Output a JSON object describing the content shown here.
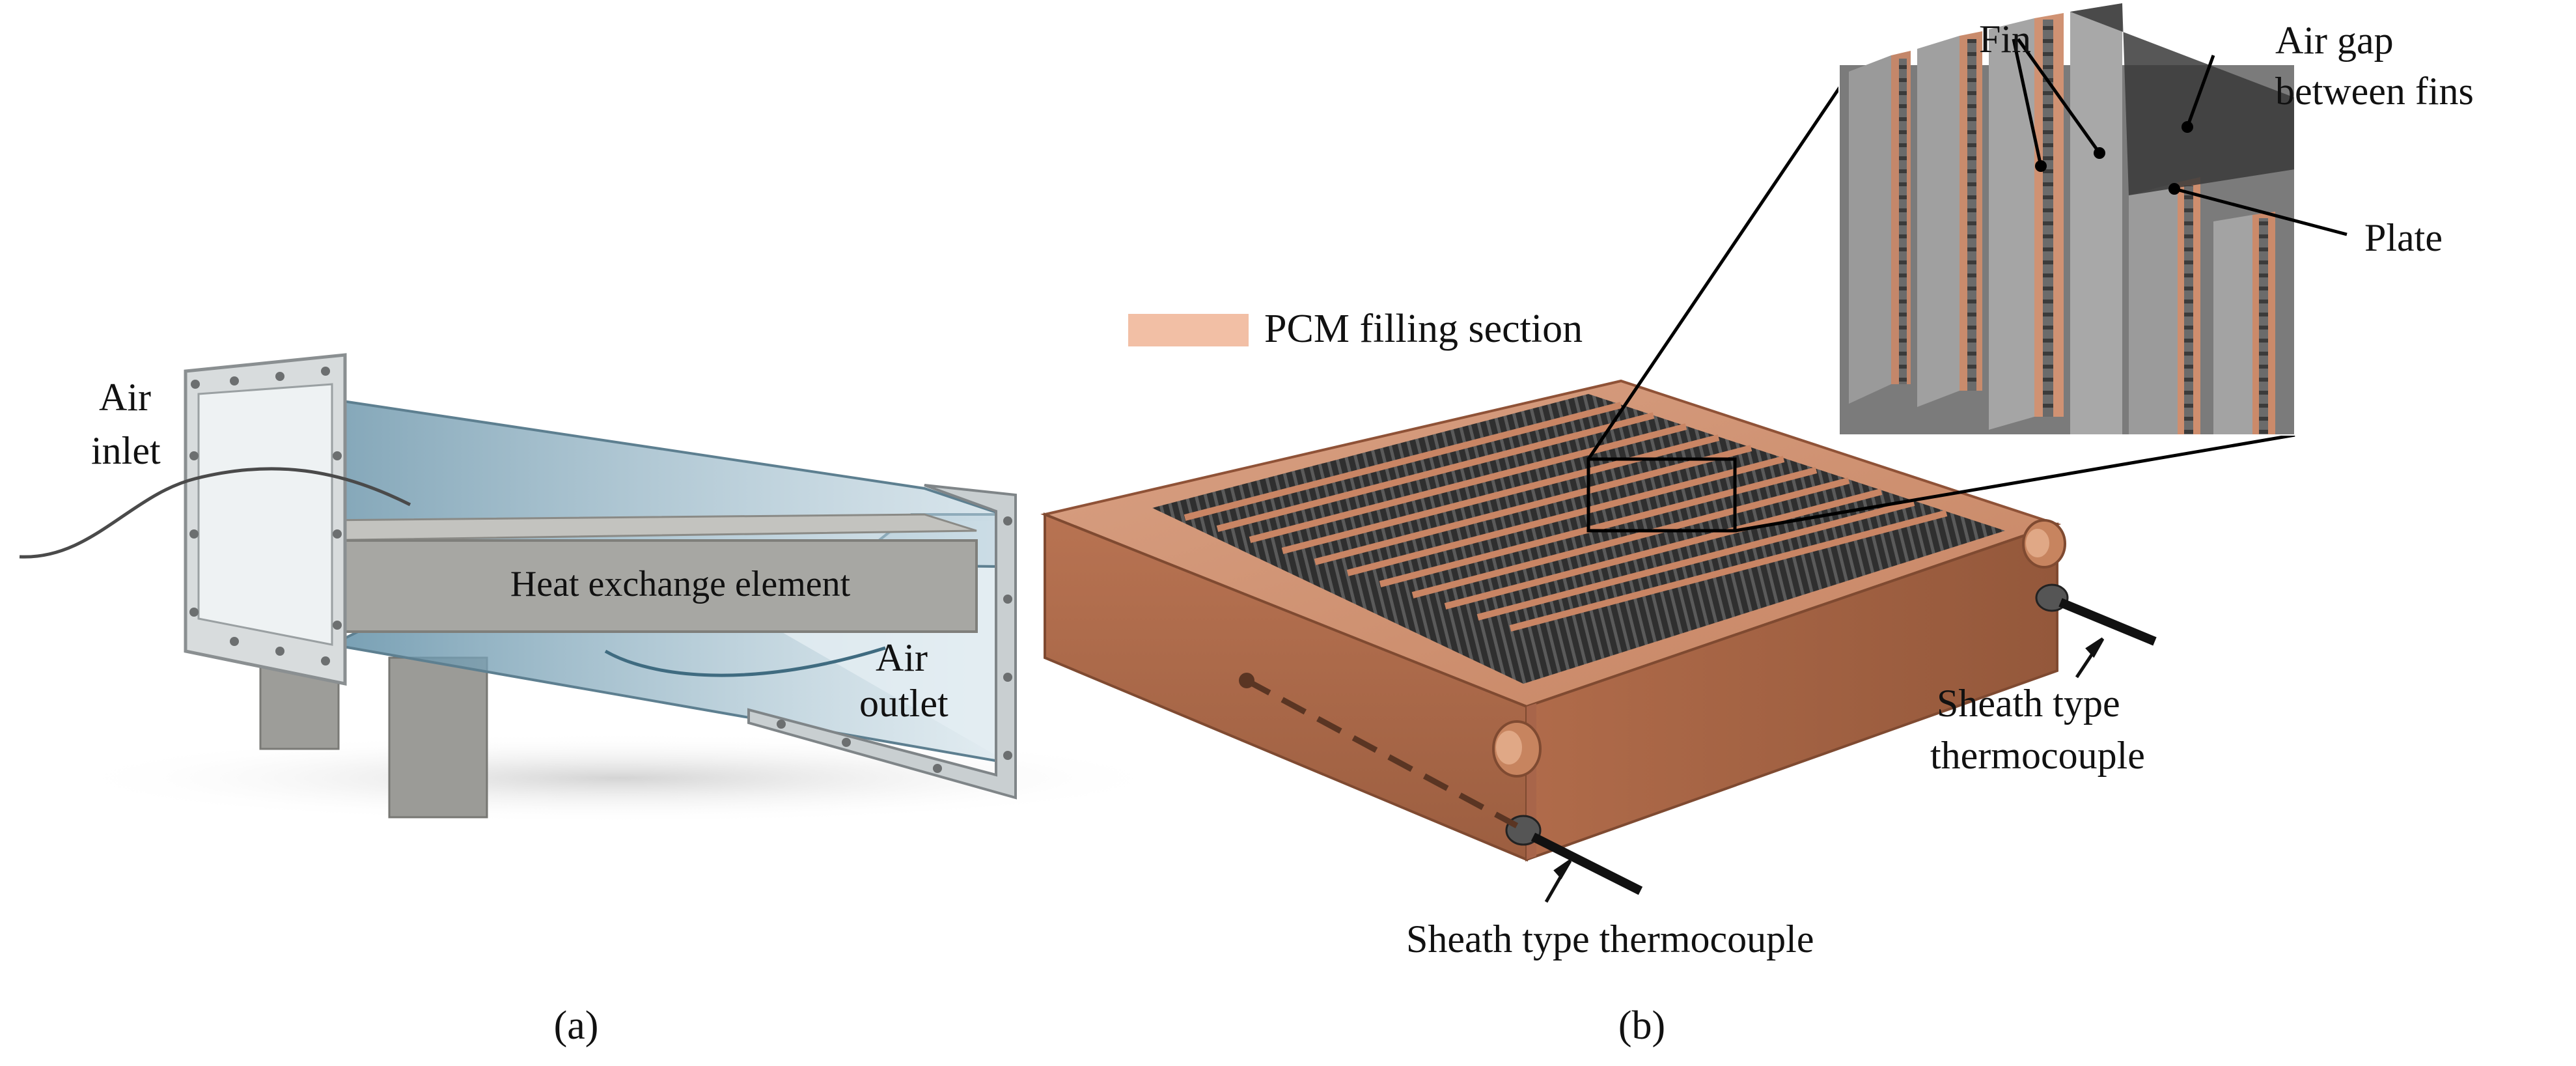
{
  "panel_a": {
    "label_air_inlet_1": "Air",
    "label_air_inlet_2": "inlet",
    "label_heat_exchange": "Heat exchange element",
    "label_air_outlet_1": "Air",
    "label_air_outlet_2": "outlet",
    "caption": "(a)"
  },
  "panel_b": {
    "legend_label": "PCM filling section",
    "label_fin": "Fin",
    "label_air_gap_1": "Air gap",
    "label_air_gap_2": "between fins",
    "label_plate": "Plate",
    "label_thermocouple_right_1": "Sheath type",
    "label_thermocouple_right_2": "thermocouple",
    "label_thermocouple_bottom": "Sheath type thermocouple",
    "caption": "(b)"
  },
  "colors": {
    "copper_light": "#d69a7a",
    "copper_mid": "#b87352",
    "copper_dark": "#8f5237",
    "pcm_legend": "#f2bfa5",
    "glass_blue": "#7fa3b8",
    "steel_gray": "#a7a7a3",
    "fin_dark": "#3a3a3a"
  }
}
